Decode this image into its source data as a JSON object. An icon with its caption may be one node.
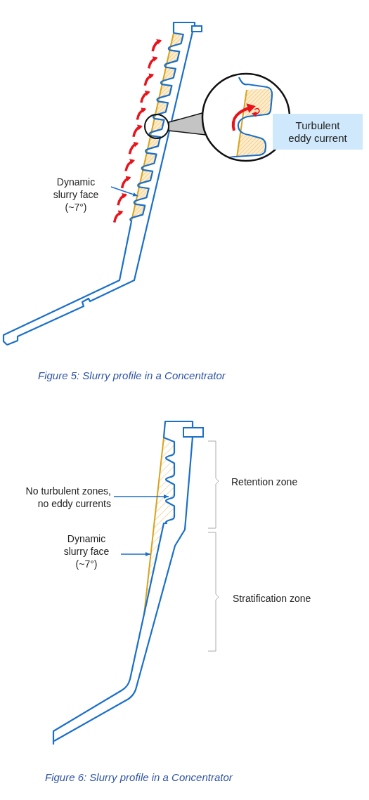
{
  "diagram": {
    "nodes": [
      {
        "text": [
          "Dynamic slurry face (~7°)"
        ]
      },
      {
        "text": [
          "Turbulent eddy current"
        ]
      },
      {
        "text": [
          "No turbulent zones, no eddy currents"
        ]
      },
      {
        "text": [
          "Dynamic slurry face (~7°)"
        ]
      }
    ],
    "edges": [
      {
        "from": 0,
        "to": null,
        "arrow": "to"
      },
      {
        "from": 2,
        "to": null,
        "arrow": "to"
      },
      {
        "from": 3,
        "to": null,
        "arrow": "to"
      }
    ],
    "labels": [
      "Figure 5: Slurry profile in a Concentrator",
      "Retention zone",
      "Stratification zone",
      "Figure 6: Slurry profile in a Concentrator"
    ]
  }
}
